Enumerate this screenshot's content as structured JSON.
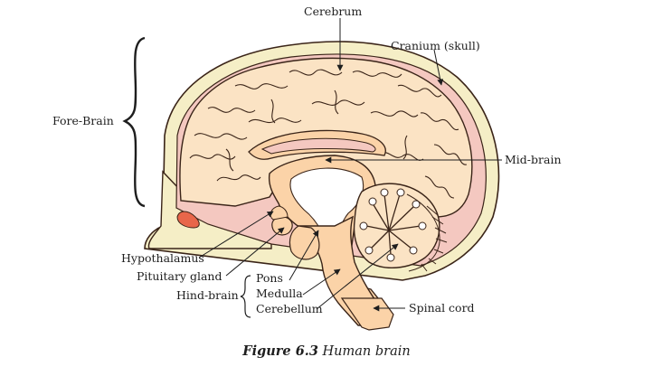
{
  "labels": {
    "cerebrum": "Cerebrum",
    "cranium": "Cranium (skull)",
    "fore_brain": "Fore-Brain",
    "mid_brain": "Mid-brain",
    "hypothalamus": "Hypothalamus",
    "pituitary": "Pituitary gland",
    "pons": "Pons",
    "hind_brain": "Hind-brain",
    "medulla": "Medulla",
    "cerebellum": "Cerebellum",
    "spinal_cord": "Spinal cord"
  },
  "caption": {
    "figure": "Figure 6.3",
    "title": "Human brain"
  },
  "colors": {
    "skull": "#f5eec6",
    "meninges": "#f4c8c0",
    "brain": "#fbe3c4",
    "stem": "#fbd3a8",
    "ventricle": "#ffffff",
    "gland": "#e8664a",
    "ink": "#3a2418"
  }
}
